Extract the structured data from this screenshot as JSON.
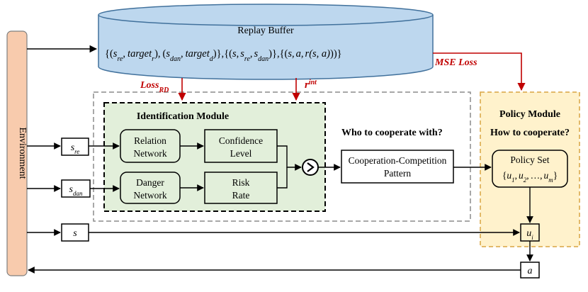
{
  "environment": {
    "label": "Environment"
  },
  "replay_buffer": {
    "title": "Replay Buffer",
    "contents": "{(s_re, target_r), (s_dan, target_d)}, {(s, s_re, s_dan)}, {(s, a, r(s, a))}",
    "contents_parts": {
      "part1_open": "{(",
      "s": "s",
      "re": "re",
      "comma": ",",
      "target": "target",
      "r": "r",
      "close1": "),",
      "open2": "(",
      "dan": "dan",
      "d": "d",
      "close2": ")},",
      "open3": "{(",
      "close3": ")},",
      "open4": "{(",
      "a": "a",
      "r_fn": "r",
      "s_a": "(s, a)",
      "close4": "))}"
    }
  },
  "losses": {
    "loss_rd_main": "Loss",
    "loss_rd_sub": "RD",
    "r_int_main": "r",
    "r_int_sup": "int",
    "mse": "MSE Loss"
  },
  "identification_module": {
    "title": "Identification Module",
    "relation_network": [
      "Relation",
      "Network"
    ],
    "confidence_level": [
      "Confidence",
      "Level"
    ],
    "danger_network": [
      "Danger",
      "Network"
    ],
    "risk_rate": [
      "Risk",
      "Rate"
    ]
  },
  "question_who": "Who to cooperate with?",
  "pattern": [
    "Cooperation-Competition",
    "Pattern"
  ],
  "policy_module": {
    "title": "Policy Module",
    "question_how": "How to cooperate?",
    "policy_set": "Policy Set",
    "set_contents": "{u1, u2, ..., um}",
    "set_parts": {
      "open": "{",
      "u": "u",
      "one": "1",
      "two": "2",
      "sep": ",",
      "dots": "…",
      "m": "m",
      "close": "}"
    },
    "u_i": {
      "u": "u",
      "i": "i"
    }
  },
  "inputs": {
    "s_re": {
      "s": "s",
      "sub": "re"
    },
    "s_dan": {
      "s": "s",
      "sub": "dan"
    },
    "s": "s",
    "a": "a"
  },
  "colors": {
    "environment_fill": "#f8cbad",
    "buffer_fill": "#bdd7ee",
    "identification_fill": "#e2efda",
    "policy_fill": "#fff2cc",
    "loss_text": "#c00000",
    "loss_arrow": "#c00000"
  }
}
